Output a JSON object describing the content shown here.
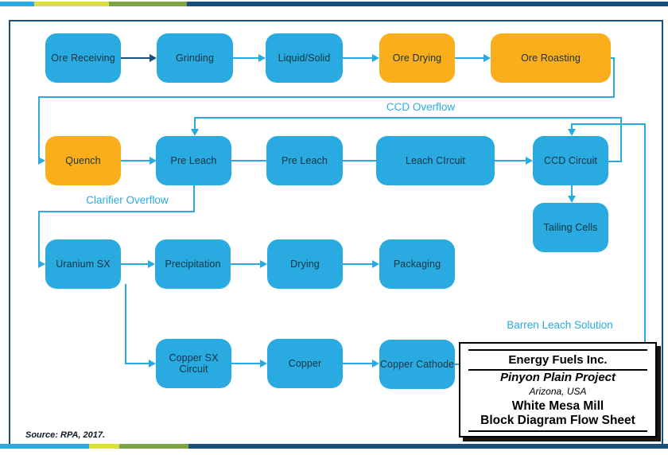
{
  "diagram": {
    "nodes": [
      {
        "id": "ore-receiving",
        "label": "Ore Receiving",
        "variant": "blue"
      },
      {
        "id": "grinding",
        "label": "Grinding",
        "variant": "blue"
      },
      {
        "id": "liquid-solid",
        "label": "Liquid/Solid",
        "variant": "blue"
      },
      {
        "id": "ore-drying",
        "label": "Ore Drying",
        "variant": "orange"
      },
      {
        "id": "ore-roasting",
        "label": "Ore Roasting",
        "variant": "orange"
      },
      {
        "id": "quench",
        "label": "Quench",
        "variant": "orange"
      },
      {
        "id": "pre-leach-1",
        "label": "Pre Leach",
        "variant": "blue"
      },
      {
        "id": "pre-leach-2",
        "label": "Pre Leach",
        "variant": "blue"
      },
      {
        "id": "leach-circuit",
        "label": "Leach CIrcuit",
        "variant": "blue"
      },
      {
        "id": "ccd-circuit",
        "label": "CCD Circuit",
        "variant": "blue"
      },
      {
        "id": "tailing-cells",
        "label": "Tailing Cells",
        "variant": "blue"
      },
      {
        "id": "uranium-sx",
        "label": "Uranium SX",
        "variant": "blue"
      },
      {
        "id": "precipitation",
        "label": "Precipitation",
        "variant": "blue"
      },
      {
        "id": "drying",
        "label": "Drying",
        "variant": "blue"
      },
      {
        "id": "packaging",
        "label": "Packaging",
        "variant": "blue"
      },
      {
        "id": "copper-sx-circuit",
        "label": "Copper SX Circuit",
        "variant": "blue"
      },
      {
        "id": "copper",
        "label": "Copper",
        "variant": "blue"
      },
      {
        "id": "copper-cathode",
        "label": "Copper Cathode",
        "variant": "blue"
      }
    ],
    "flow_labels": {
      "ccd_overflow": "CCD Overflow",
      "clarifier_overflow": "Clarifier Overflow",
      "barren_leach": "Barren Leach Solution"
    },
    "colors": {
      "node_blue": "#29ABE2",
      "node_orange": "#FAAE1B",
      "line_cyan": "#29ABE2",
      "navy": "#17507C",
      "stripe_yellow_green": "#D9E03F",
      "stripe_olive": "#7EA341"
    }
  },
  "title_block": {
    "company": "Energy Fuels Inc.",
    "project": "Pinyon Plain Project",
    "location": "Arizona, USA",
    "facility": "White Mesa Mill",
    "sheet": "Block Diagram Flow Sheet"
  },
  "source_note": "Source:  RPA, 2017."
}
